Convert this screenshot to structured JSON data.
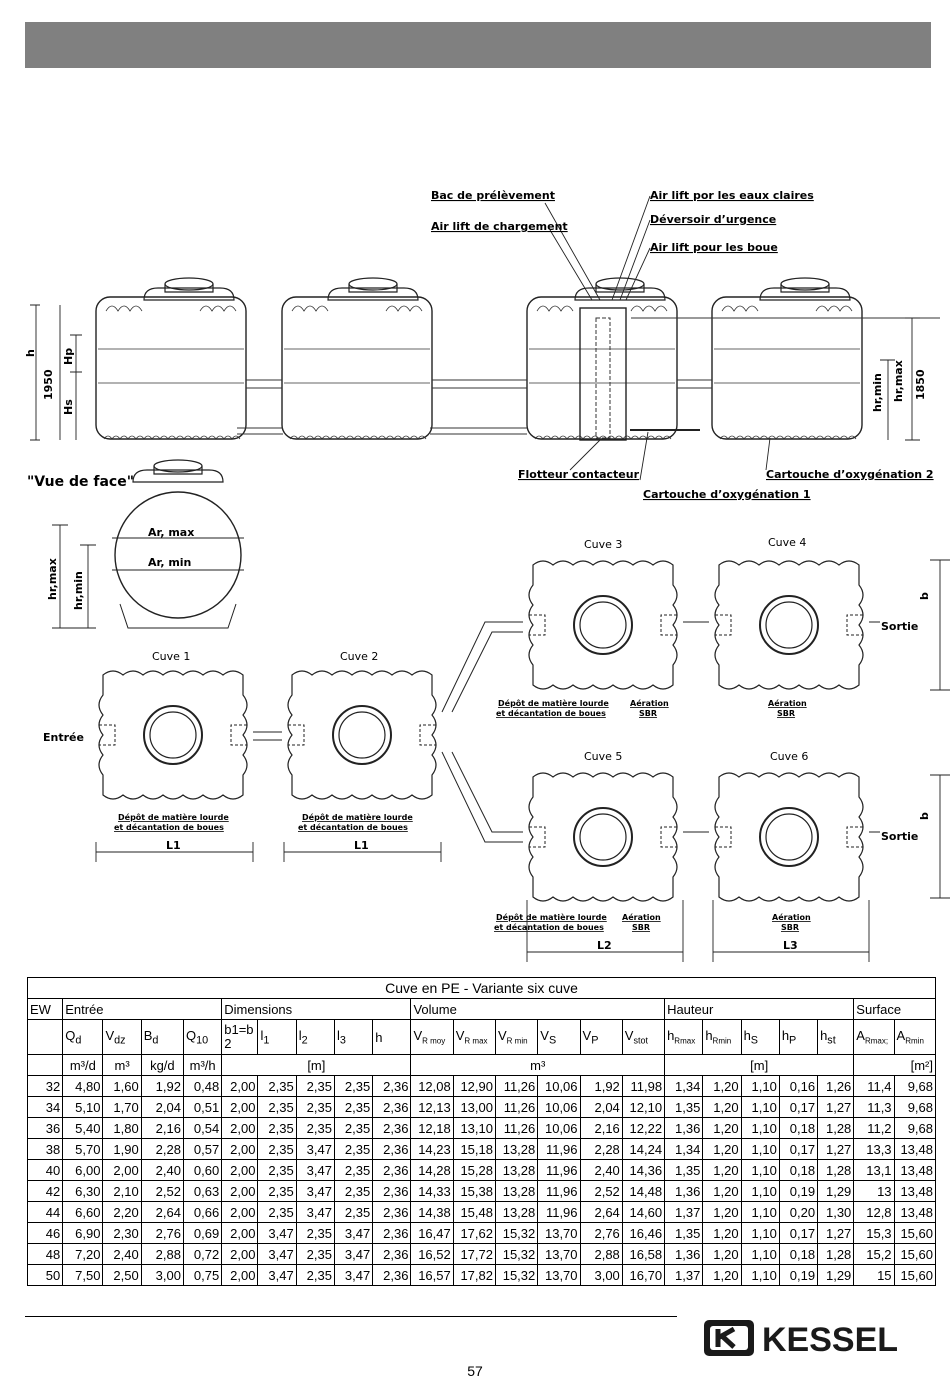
{
  "drawing": {
    "callouts": {
      "bac_prelevement": "Bac de prélèvement",
      "air_lift_chargement": "Air lift de chargement",
      "air_lift_eaux_claires": "Air lift por les eaux claires",
      "deversoir_urgence": "Déversoir d’urgence",
      "air_lift_boue": "Air lift pour les boue",
      "flotteur_contacteur": "Flotteur contacteur",
      "cartouche_oxygenation_1": "Cartouche d’oxygénation 1",
      "cartouche_oxygenation_2": "Cartouche d’oxygénation 2"
    },
    "dimensions": {
      "h": "h",
      "hp": "Hp",
      "hs": "Hs",
      "h1950": "1950",
      "h1850": "1850",
      "hr_max": "hr,max",
      "hr_min": "hr,min",
      "ar_max": "Ar, max",
      "ar_min": "Ar, min",
      "b": "b",
      "l1": "L1",
      "l2": "L2",
      "l3": "L3"
    },
    "vue_de_face": "\"Vue de face\"",
    "tanks": [
      "Cuve 1",
      "Cuve 2",
      "Cuve 3",
      "Cuve 4",
      "Cuve 5",
      "Cuve 6"
    ],
    "entree": "Entrée",
    "sortie": "Sortie",
    "depot_line1": "Dépôt de matière lourde",
    "depot_line2": "et décantation de boues",
    "aeration": "Aération",
    "sbr": "SBR"
  },
  "table": {
    "title": "Cuve en PE - Variante six cuve",
    "groups": {
      "ew": "EW",
      "entree": "Entrée",
      "dimensions": "Dimensions",
      "volume": "Volume",
      "hauteur": "Hauteur",
      "surface": "Surface"
    },
    "symbols": {
      "qd": "Q",
      "qd_sub": "d",
      "vdz": "V",
      "vdz_sub": "dz",
      "bd": "B",
      "bd_sub": "d",
      "q10": "Q",
      "q10_sub": "10",
      "b1b2": "b1=b2",
      "l1": "l",
      "l1_sub": "1",
      "l2": "l",
      "l2_sub": "2",
      "l3": "l",
      "l3_sub": "3",
      "h": "h",
      "vrmoy": "V",
      "vrmoy_sub": "R moy",
      "vrmax": "V",
      "vrmax_sub": "R max",
      "vrmin": "V",
      "vrmin_sub": "R min",
      "vs": "V",
      "vs_sub": "S",
      "vp": "V",
      "vp_sub": "P",
      "vstot": "V",
      "vstot_sub": "stot",
      "hrmax": "h",
      "hrmax_sub": "Rmax",
      "hrmin": "h",
      "hrmin_sub": "Rmin",
      "hs": "h",
      "hs_sub": "S",
      "hp": "h",
      "hp_sub": "P",
      "hst": "h",
      "hst_sub": "st",
      "armax": "A",
      "armax_sub": "Rmax;",
      "armin": "A",
      "armin_sub": "Rmin"
    },
    "units": {
      "qd": "m³/d",
      "vdz": "m³",
      "bd": "kg/d",
      "q10": "m³/h",
      "dims": "[m]",
      "volume": "m³",
      "hauteur": "[m]",
      "surface": "[m²]"
    },
    "rows": [
      [
        "32",
        "4,80",
        "1,60",
        "1,92",
        "0,48",
        "2,00",
        "2,35",
        "2,35",
        "2,35",
        "2,36",
        "12,08",
        "12,90",
        "11,26",
        "10,06",
        "1,92",
        "11,98",
        "1,34",
        "1,20",
        "1,10",
        "0,16",
        "1,26",
        "11,4",
        "9,68"
      ],
      [
        "34",
        "5,10",
        "1,70",
        "2,04",
        "0,51",
        "2,00",
        "2,35",
        "2,35",
        "2,35",
        "2,36",
        "12,13",
        "13,00",
        "11,26",
        "10,06",
        "2,04",
        "12,10",
        "1,35",
        "1,20",
        "1,10",
        "0,17",
        "1,27",
        "11,3",
        "9,68"
      ],
      [
        "36",
        "5,40",
        "1,80",
        "2,16",
        "0,54",
        "2,00",
        "2,35",
        "2,35",
        "2,35",
        "2,36",
        "12,18",
        "13,10",
        "11,26",
        "10,06",
        "2,16",
        "12,22",
        "1,36",
        "1,20",
        "1,10",
        "0,18",
        "1,28",
        "11,2",
        "9,68"
      ],
      [
        "38",
        "5,70",
        "1,90",
        "2,28",
        "0,57",
        "2,00",
        "2,35",
        "3,47",
        "2,35",
        "2,36",
        "14,23",
        "15,18",
        "13,28",
        "11,96",
        "2,28",
        "14,24",
        "1,34",
        "1,20",
        "1,10",
        "0,17",
        "1,27",
        "13,3",
        "13,48"
      ],
      [
        "40",
        "6,00",
        "2,00",
        "2,40",
        "0,60",
        "2,00",
        "2,35",
        "3,47",
        "2,35",
        "2,36",
        "14,28",
        "15,28",
        "13,28",
        "11,96",
        "2,40",
        "14,36",
        "1,35",
        "1,20",
        "1,10",
        "0,18",
        "1,28",
        "13,1",
        "13,48"
      ],
      [
        "42",
        "6,30",
        "2,10",
        "2,52",
        "0,63",
        "2,00",
        "2,35",
        "3,47",
        "2,35",
        "2,36",
        "14,33",
        "15,38",
        "13,28",
        "11,96",
        "2,52",
        "14,48",
        "1,36",
        "1,20",
        "1,10",
        "0,19",
        "1,29",
        "13",
        "13,48"
      ],
      [
        "44",
        "6,60",
        "2,20",
        "2,64",
        "0,66",
        "2,00",
        "2,35",
        "3,47",
        "2,35",
        "2,36",
        "14,38",
        "15,48",
        "13,28",
        "11,96",
        "2,64",
        "14,60",
        "1,37",
        "1,20",
        "1,10",
        "0,20",
        "1,30",
        "12,8",
        "13,48"
      ],
      [
        "46",
        "6,90",
        "2,30",
        "2,76",
        "0,69",
        "2,00",
        "3,47",
        "2,35",
        "3,47",
        "2,36",
        "16,47",
        "17,62",
        "15,32",
        "13,70",
        "2,76",
        "16,46",
        "1,35",
        "1,20",
        "1,10",
        "0,17",
        "1,27",
        "15,3",
        "15,60"
      ],
      [
        "48",
        "7,20",
        "2,40",
        "2,88",
        "0,72",
        "2,00",
        "3,47",
        "2,35",
        "3,47",
        "2,36",
        "16,52",
        "17,72",
        "15,32",
        "13,70",
        "2,88",
        "16,58",
        "1,36",
        "1,20",
        "1,10",
        "0,18",
        "1,28",
        "15,2",
        "15,60"
      ],
      [
        "50",
        "7,50",
        "2,50",
        "3,00",
        "0,75",
        "2,00",
        "3,47",
        "2,35",
        "3,47",
        "2,36",
        "16,57",
        "17,82",
        "15,32",
        "13,70",
        "3,00",
        "16,70",
        "1,37",
        "1,20",
        "1,10",
        "0,19",
        "1,29",
        "15",
        "15,60"
      ]
    ]
  },
  "footer": {
    "brand": "KESSEL",
    "page_number": "57"
  }
}
